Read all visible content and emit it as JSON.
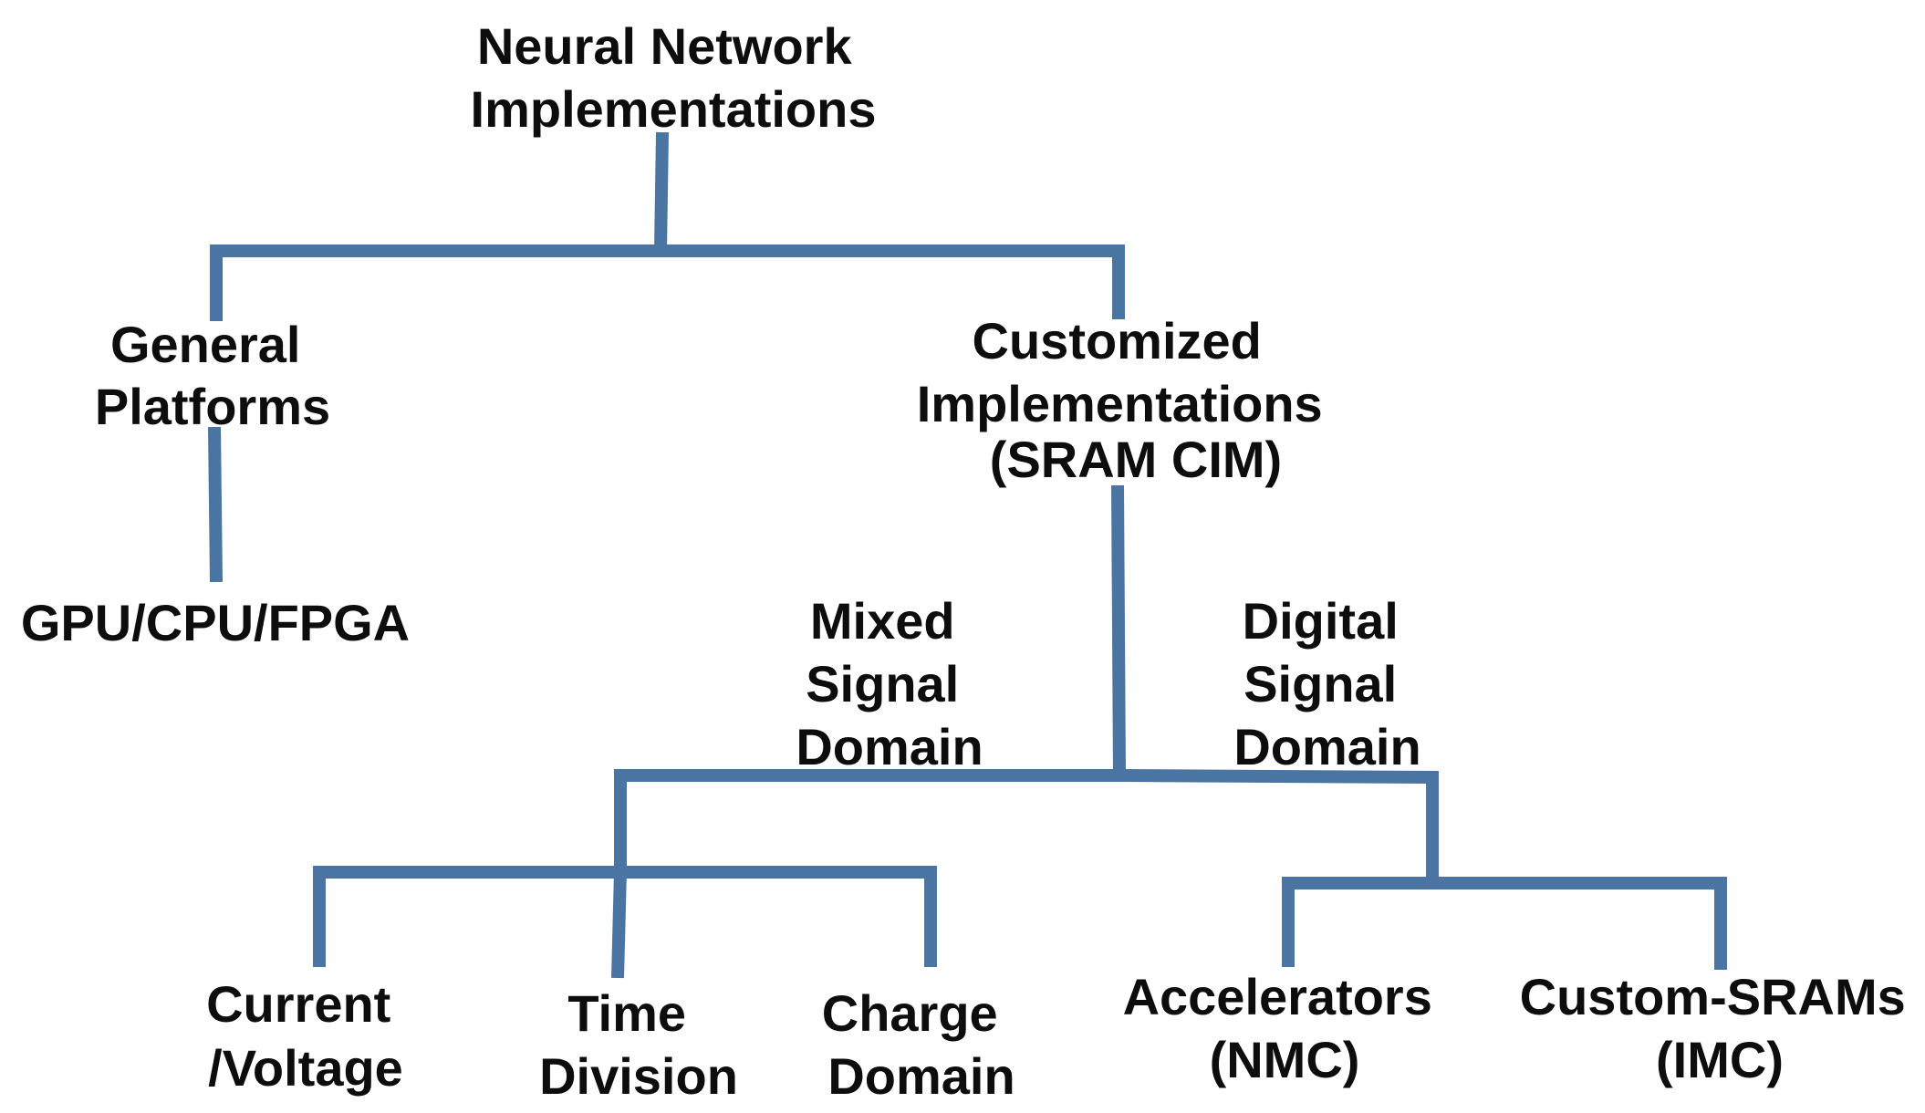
{
  "colors": {
    "connector": "#4a74a2",
    "text": "#0d0d0d"
  },
  "nodes": {
    "root": {
      "lines": [
        "Neural Network",
        "Implementations"
      ]
    },
    "general": {
      "lines": [
        "General",
        "Platforms"
      ]
    },
    "gpu": {
      "lines": [
        "GPU/CPU/FPGA"
      ]
    },
    "customized": {
      "lines": [
        "Customized",
        "Implementations",
        "(SRAM CIM)"
      ]
    },
    "mixed": {
      "lines": [
        "Mixed",
        "Signal",
        "Domain"
      ]
    },
    "digital": {
      "lines": [
        "Digital",
        "Signal",
        "Domain"
      ]
    },
    "current": {
      "lines": [
        "Current",
        "/Voltage"
      ]
    },
    "time": {
      "lines": [
        "Time",
        "Division"
      ]
    },
    "charge": {
      "lines": [
        "Charge",
        "Domain"
      ]
    },
    "accelerators": {
      "lines": [
        "Accelerators",
        "(NMC)"
      ]
    },
    "custom_srams": {
      "lines": [
        "Custom-SRAMs",
        "(IMC)"
      ]
    }
  }
}
